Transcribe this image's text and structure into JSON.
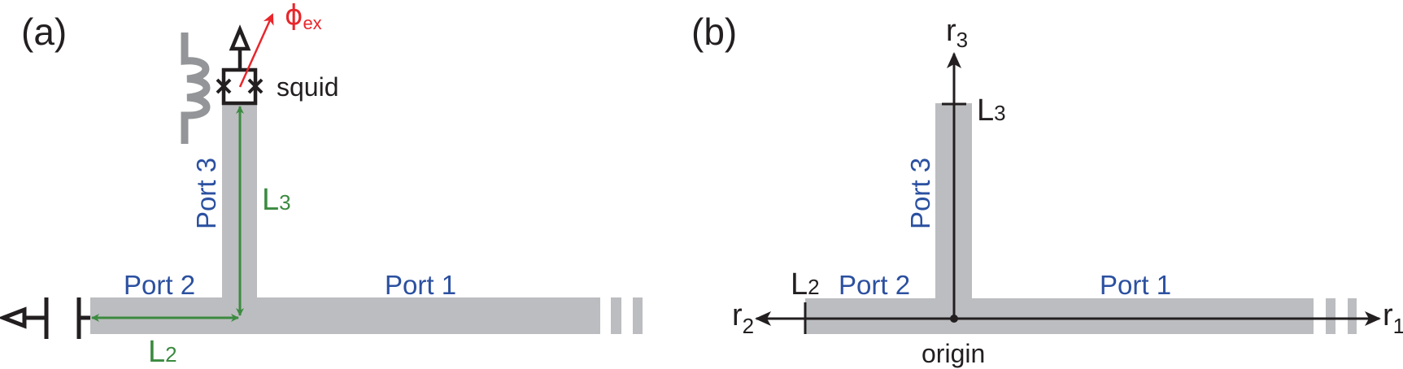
{
  "figure": {
    "panels": [
      {
        "id": "a",
        "label": "(a)",
        "ports": {
          "port1": "Port 1",
          "port2": "Port 2",
          "port3": "Port 3"
        },
        "dimensions": {
          "l2_main": "L",
          "l2_sub": "2",
          "l3_main": "L",
          "l3_sub": "3"
        },
        "squid_label": "squid",
        "flux_main": "ϕ",
        "flux_sub": "ex"
      },
      {
        "id": "b",
        "label": "(b)",
        "ports": {
          "port1": "Port 1",
          "port2": "Port 2",
          "port3": "Port 3"
        },
        "axes": {
          "r1_main": "r",
          "r1_sub": "1",
          "r2_main": "r",
          "r2_sub": "2",
          "r3_main": "r",
          "r3_sub": "3"
        },
        "lengths": {
          "l2_main": "L",
          "l2_sub": "2",
          "l3_main": "L",
          "l3_sub": "3"
        },
        "origin_label": "origin"
      }
    ],
    "colors": {
      "strip": "#bcbdc0",
      "port_text": "#2b50a0",
      "dimension": "#3b8a40",
      "flux": "#e8262b",
      "inductor": "#939598",
      "ink": "#231f20"
    }
  }
}
